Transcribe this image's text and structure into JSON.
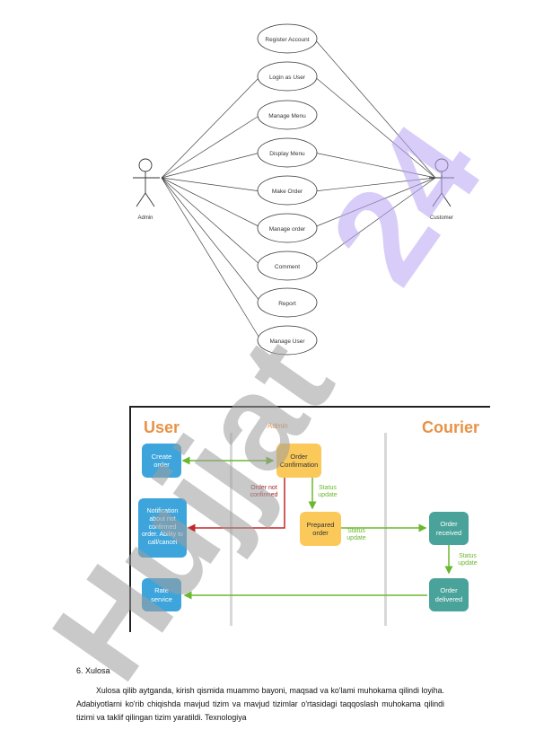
{
  "use_case_diagram": {
    "actors": {
      "left": "Admin",
      "right": "Customer"
    },
    "use_cases": [
      "Register Account",
      "Login as User",
      "Manage Menu",
      "Display Menu",
      "Make Order",
      "Manage order",
      "Comment",
      "Report",
      "Manage User"
    ]
  },
  "flow_diagram": {
    "lanes": {
      "user": "User",
      "admin": "Admin",
      "courier": "Courier"
    },
    "boxes": {
      "create_order": "Create order",
      "order_confirmation": "Order Confirmation",
      "notification": "Notification about not confirmed order. Ability to call/cancel",
      "prepared_order": "Prepared order",
      "order_received": "Order received",
      "order_delivered": "Order delivered",
      "rate_service": "Rate service"
    },
    "labels": {
      "order_not_confirmed": "Order not confirmed",
      "status_update_1": "Status update",
      "status_update_2": "Status update",
      "status_update_3": "Status update"
    },
    "colors": {
      "user_box": "#3da5dc",
      "admin_box": "#fbc95a",
      "courier_box": "#4aa39a",
      "lane_title": "#e89246",
      "arrow_green": "#6ab82e",
      "arrow_red": "#c0282c"
    }
  },
  "section": {
    "heading": "6. Xulosa",
    "paragraph": "Xulosa qilib aytganda, kirish qismida muammo bayoni, maqsad va ko'lami muhokama qilindi loyiha. Adabiyotlarni ko'rib chiqishda mavjud tizim va mavjud tizimlar o'rtasidagi taqqoslash muhokama qilindi tizimi va taklif qilingan tizim yaratildi. Texnologiya"
  },
  "watermark": {
    "text": "Hujjat24",
    "colors": [
      "#9e9e9e",
      "#b9a6f5"
    ]
  }
}
